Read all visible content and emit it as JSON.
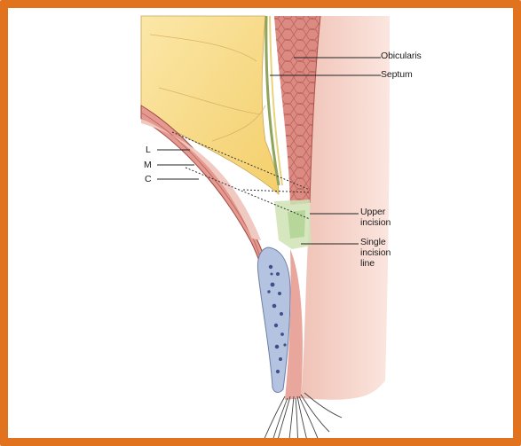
{
  "labels": {
    "obicularis": "Obicularis",
    "septum": "Septum",
    "l": "L",
    "m": "M",
    "c": "C",
    "upper_incision": "Upper\nincision",
    "single_incision": "Single\nincision\nline"
  },
  "colors": {
    "frame": "#e2731e",
    "fat": "#f8dc8a",
    "muscle": "#dd8f86",
    "tissue": "#d97d76",
    "skin": "#f4d2c8",
    "tarsus": "#b4c3e0",
    "leader_line": "#222222"
  }
}
